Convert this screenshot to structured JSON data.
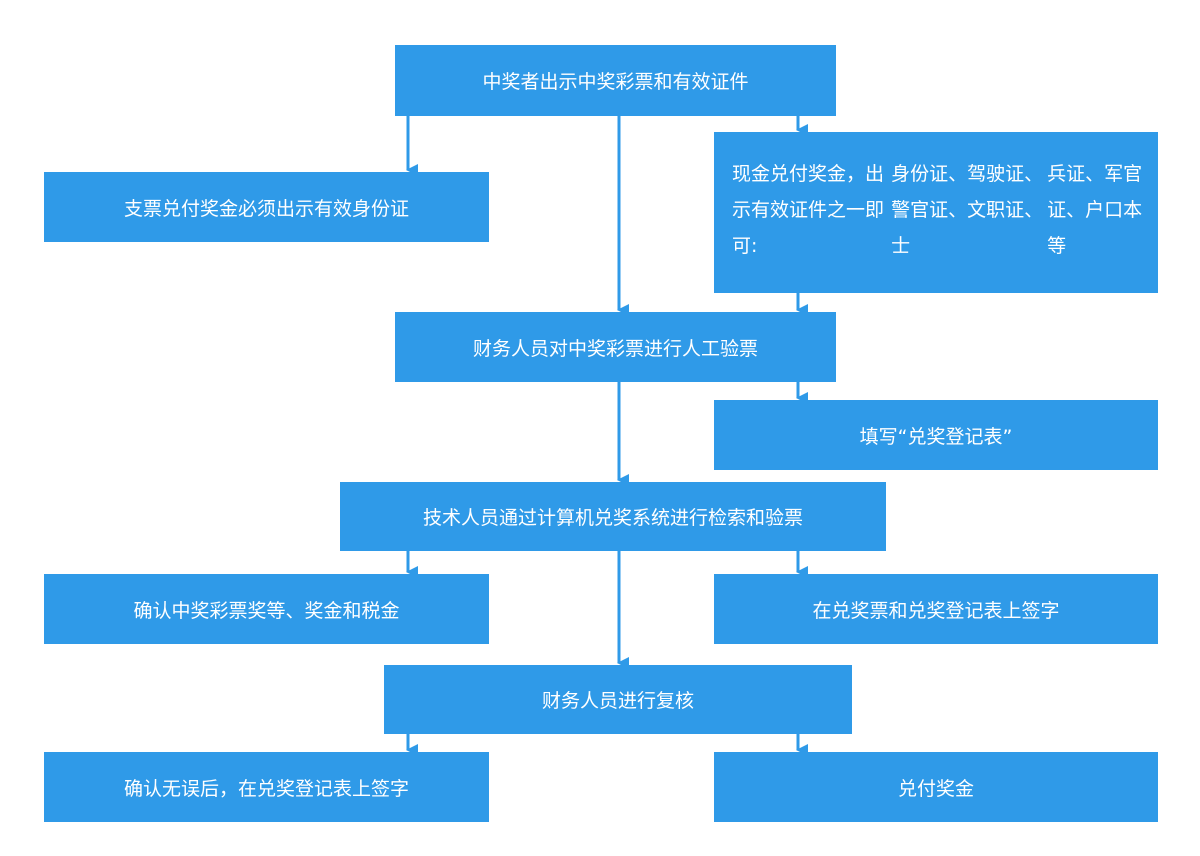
{
  "colors": {
    "box_fill": "#2f9ae8",
    "text": "#ffffff",
    "connector": "#2f9ae8"
  },
  "nodes": {
    "step1": "中奖者出示中奖彩票和有效证件",
    "cheque": "支票兑付奖金必须出示有效身份证",
    "cash_lines": [
      "现金兑付奖金，出示有效证件之一即可:",
      "身份证、驾驶证、警官证、文职证、士",
      "兵证、军官证、户口本等"
    ],
    "step2": "财务人员对中奖彩票进行人工验票",
    "register_form": "填写“兑奖登记表”",
    "step3": "技术人员通过计算机兑奖系统进行检索和验票",
    "confirm_amount": "确认中奖彩票奖等、奖金和税金",
    "sign_tech": "在兑奖票和兑奖登记表上签字",
    "step4": "财务人员进行复核",
    "sign_final": "确认无误后，在兑奖登记表上签字",
    "pay": "兑付奖金"
  }
}
